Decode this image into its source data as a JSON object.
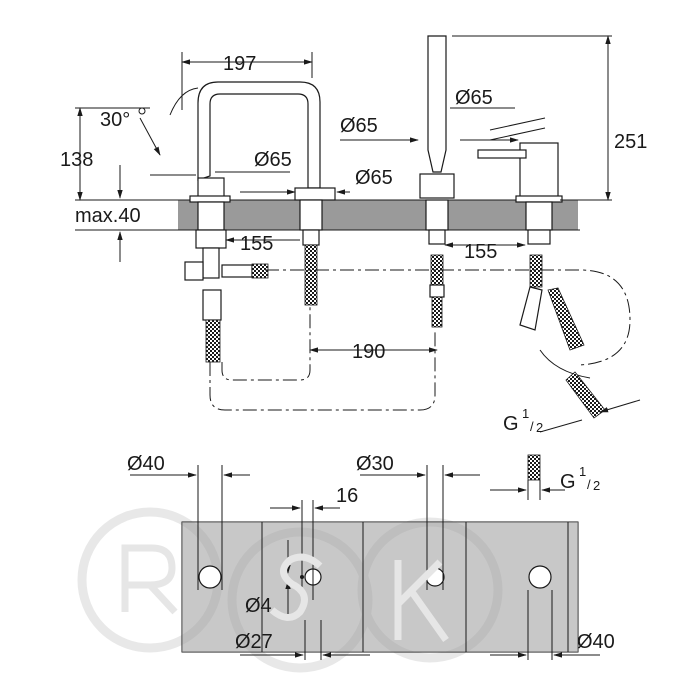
{
  "diagram": {
    "top_view": {
      "dimensions": {
        "spout_width": "197",
        "spout_angle": "30°",
        "height_left": "138",
        "deck_thickness": "max.40",
        "dia_left_a": "Ø65",
        "dia_left_b": "Ø65",
        "dia_mid": "Ø65",
        "dia_right": "Ø65",
        "height_right": "251",
        "spacing_left": "155",
        "spacing_right": "155",
        "spacing_mid": "190",
        "thread_outlet": {
          "base": "G",
          "num": "1",
          "den": "2"
        }
      }
    },
    "template_view": {
      "dimensions": {
        "dia_40_left": "Ø40",
        "dia_30": "Ø30",
        "offset_16": "16",
        "dia_4": "Ø4",
        "dia_27": "Ø27",
        "dia_40_right": "Ø40",
        "thread_hose": {
          "base": "G",
          "num": "1",
          "den": "2"
        }
      }
    },
    "watermark": "RSK",
    "colors": {
      "line": "#1a1a1a",
      "deck": "#9a9a9a",
      "watermark": "#e6e6e6"
    }
  }
}
